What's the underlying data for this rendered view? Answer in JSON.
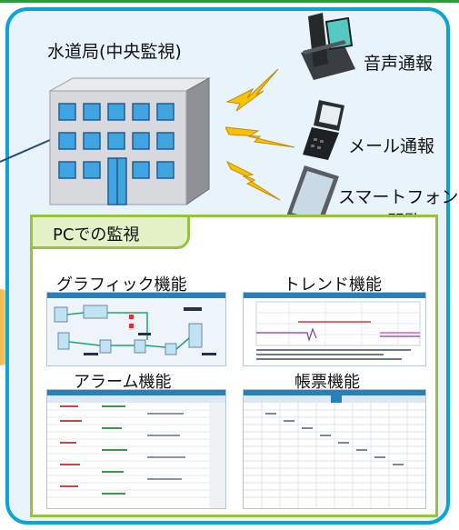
{
  "headquarters": {
    "title": "水道局(中央監視)"
  },
  "notifications": {
    "voice": "音声通報",
    "mail": "メール通報",
    "smartphone_line1": "スマートフォン",
    "smartphone_line2": "での閲覧"
  },
  "pc_section": {
    "label": "PCでの監視",
    "graphic": "グラフィック機能",
    "trend": "トレンド機能",
    "alarm": "アラーム機能",
    "report": "帳票機能"
  },
  "colors": {
    "panel_border": "#0aa5d8",
    "panel_fill": "#e8f3fb",
    "pc_border": "#97c23c",
    "pc_tab_fill": "#e4f0c6",
    "bolt": "#f7c300",
    "window": "#3fa4df"
  }
}
